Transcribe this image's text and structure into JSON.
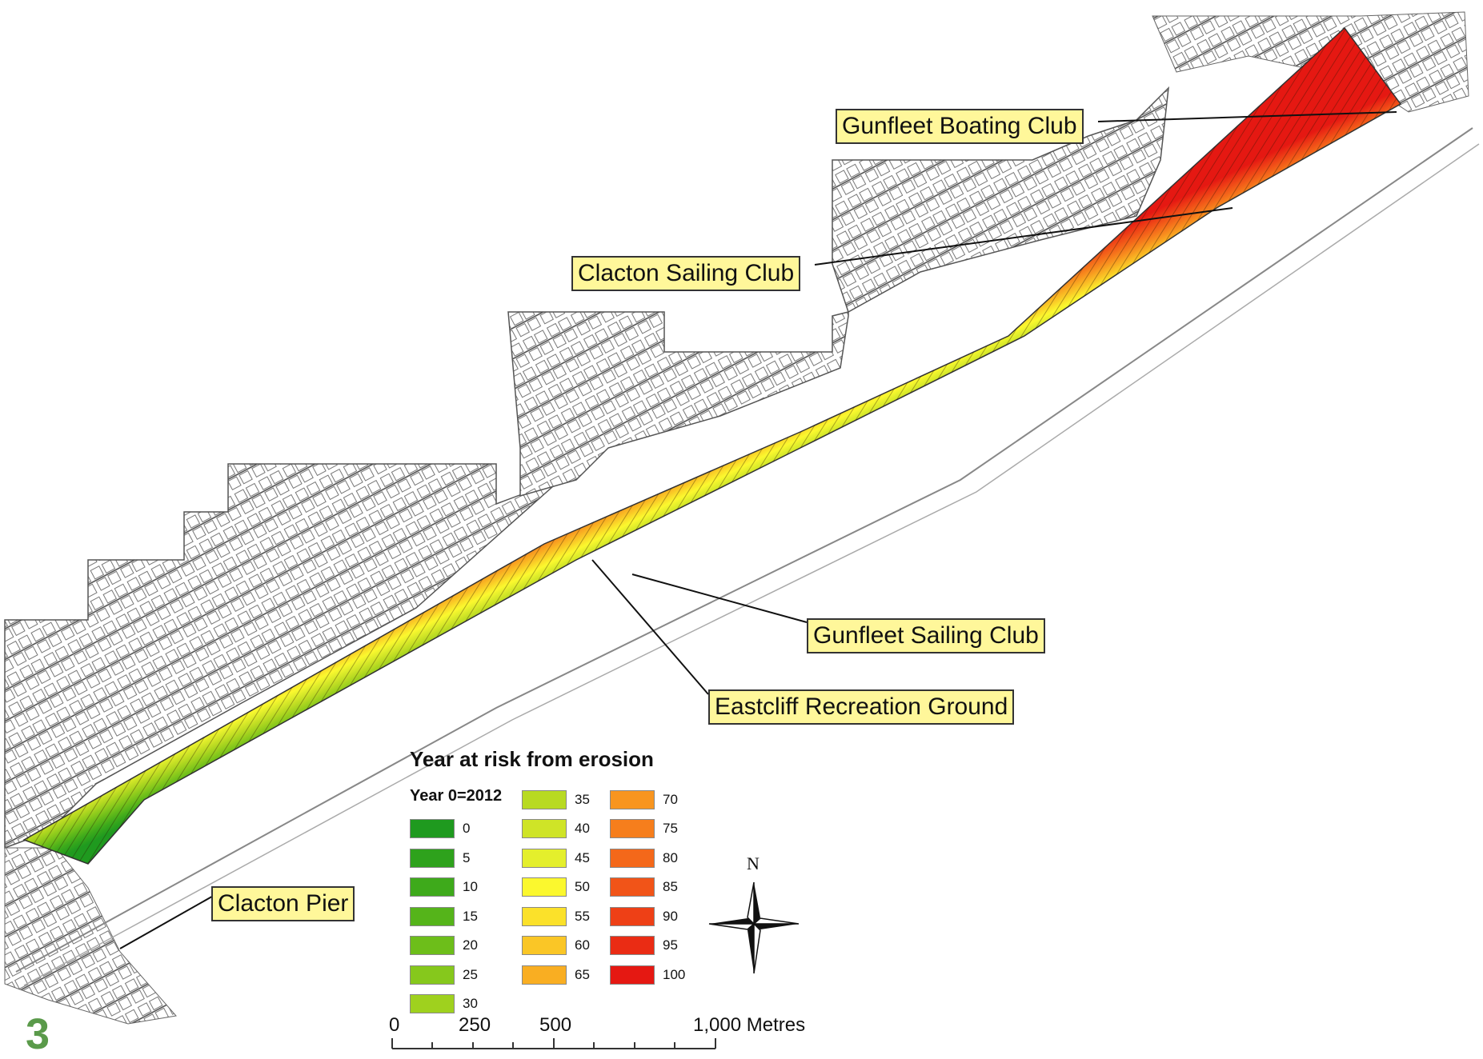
{
  "callouts": {
    "gunfleet_boating_club": "Gunfleet Boating Club",
    "clacton_sailing_club": "Clacton Sailing Club",
    "gunfleet_sailing_club": "Gunfleet Sailing Club",
    "eastcliff_recreation_ground": "Eastcliff Recreation Ground",
    "clacton_pier": "Clacton Pier"
  },
  "legend": {
    "title": "Year at risk from erosion",
    "year_zero_label": "Year 0=2012",
    "classes": [
      {
        "label": "0",
        "color": "#1f9a1f"
      },
      {
        "label": "5",
        "color": "#2ea21c"
      },
      {
        "label": "10",
        "color": "#3eaa1b"
      },
      {
        "label": "15",
        "color": "#55b41a"
      },
      {
        "label": "20",
        "color": "#6dbe1a"
      },
      {
        "label": "25",
        "color": "#86c81c"
      },
      {
        "label": "30",
        "color": "#9fd11e"
      },
      {
        "label": "35",
        "color": "#b8da22"
      },
      {
        "label": "40",
        "color": "#cfe427"
      },
      {
        "label": "45",
        "color": "#e4ef2c"
      },
      {
        "label": "50",
        "color": "#fbf82e"
      },
      {
        "label": "55",
        "color": "#fbe12a"
      },
      {
        "label": "60",
        "color": "#fac626"
      },
      {
        "label": "65",
        "color": "#f9ae22"
      },
      {
        "label": "70",
        "color": "#f8951f"
      },
      {
        "label": "75",
        "color": "#f67e1c"
      },
      {
        "label": "80",
        "color": "#f4681a"
      },
      {
        "label": "85",
        "color": "#f15418"
      },
      {
        "label": "90",
        "color": "#ee4016"
      },
      {
        "label": "95",
        "color": "#ea2c14"
      },
      {
        "label": "100",
        "color": "#e51812"
      }
    ]
  },
  "scale_bar": {
    "labels": [
      "0",
      "250",
      "500",
      "1,000 Metres"
    ]
  },
  "north_arrow": {
    "label": "N",
    "icon": "compass-rose-icon"
  },
  "figure_number": "3"
}
